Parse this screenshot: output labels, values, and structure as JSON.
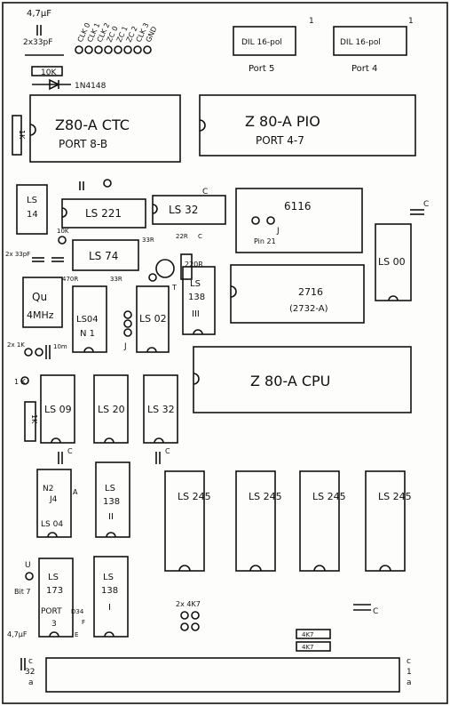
{
  "diagram": {
    "top_labels": {
      "cap_47": "4,7μF",
      "cap_2x33": "2x33pF",
      "res_10k": "10K",
      "diode": "1N4148",
      "pin_header": [
        "CLK 0",
        "CLK 1",
        "CLK 2",
        "ZC 0",
        "ZC 1",
        "ZC 2",
        "CLK 3",
        "GND"
      ]
    },
    "ports": [
      {
        "label": "DIL 16-pol",
        "name": "Port 5"
      },
      {
        "label": "DIL 16-pol",
        "name": "Port 4"
      }
    ],
    "chips": {
      "ctc": {
        "line1": "Z80-A CTC",
        "line2": "PORT 8-B"
      },
      "pio": {
        "line1": "Z 80-A PIO",
        "line2": "PORT 4-7"
      },
      "ls14": {
        "line1": "LS",
        "line2": "14"
      },
      "ls221": "LS 221",
      "ls32a": "LS 32",
      "ram": "6116",
      "ls74": "LS 74",
      "ls00": "LS 00",
      "rom": {
        "line1": "2716",
        "line2": "(2732-A)"
      },
      "qu": {
        "line1": "Qu",
        "line2": "4MHz"
      },
      "ls04a": {
        "line1": "LS04",
        "line2": "N 1"
      },
      "ls02": "LS 02",
      "ls138c": {
        "line1": "LS",
        "line2": "138",
        "line3": "III"
      },
      "cpu": "Z 80-A CPU",
      "ls09": "LS 09",
      "ls20": "LS 20",
      "ls32b": "LS 32",
      "ls04b": {
        "line1": "N2",
        "line2": "J4",
        "line3": "LS 04"
      },
      "ls138b": {
        "line1": "LS",
        "line2": "138",
        "line3": "II"
      },
      "ls245": [
        "LS 245",
        "LS 245",
        "LS 245",
        "LS 245"
      ],
      "ls173": {
        "line1": "LS",
        "line2": "173",
        "line3": "PORT",
        "line4": "3"
      },
      "ls138a": {
        "line1": "LS",
        "line2": "138",
        "line3": "I"
      }
    },
    "misc_labels": {
      "r_1k_left": "1K",
      "c_small": "C",
      "r_10k_b": "10K",
      "r_33r": "33R",
      "r_22r": "22R",
      "r_33r_b": "33R",
      "r_470r": "470R",
      "r_220r": "220R",
      "t": "T",
      "j": "J",
      "pin21": "Pin 21",
      "cap_2x33_left": "2x 33pF",
      "two_k_1k": "2x 1K",
      "ten_m": "10m",
      "one_k": "1 K",
      "r_1k_vert": "1K",
      "j3": "J",
      "a_label": "A",
      "u_label": "U",
      "bit7": "Bit 7",
      "d34": "D34",
      "f_label": "F",
      "e_label": "E",
      "cap_47b": "4,7μF",
      "two_4k7": "2x 4K7",
      "r_4k7a": "4K7",
      "r_4k7b": "4K7",
      "edge_left": [
        "c",
        "32",
        "a"
      ],
      "edge_right": [
        "c",
        "1",
        "a"
      ],
      "port5_pin1": "1",
      "port4_pin1": "1",
      "c_right": "C",
      "c_bottom": "C"
    }
  }
}
